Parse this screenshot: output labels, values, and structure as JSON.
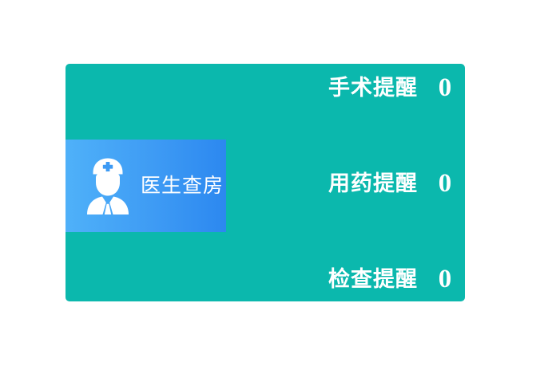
{
  "theme": {
    "page_background": "#ffffff",
    "panel_color": "#0bb8ad",
    "card_gradient_start": "#4fb1f9",
    "card_gradient_end": "#2c88f0",
    "text_color": "#ffffff"
  },
  "panel": {
    "rounds_card": {
      "label": "医生查房",
      "icon": "doctor-icon"
    },
    "reminders": [
      {
        "label": "手术提醒",
        "count": "0"
      },
      {
        "label": "用药提醒",
        "count": "0"
      },
      {
        "label": "检查提醒",
        "count": "0"
      }
    ]
  }
}
